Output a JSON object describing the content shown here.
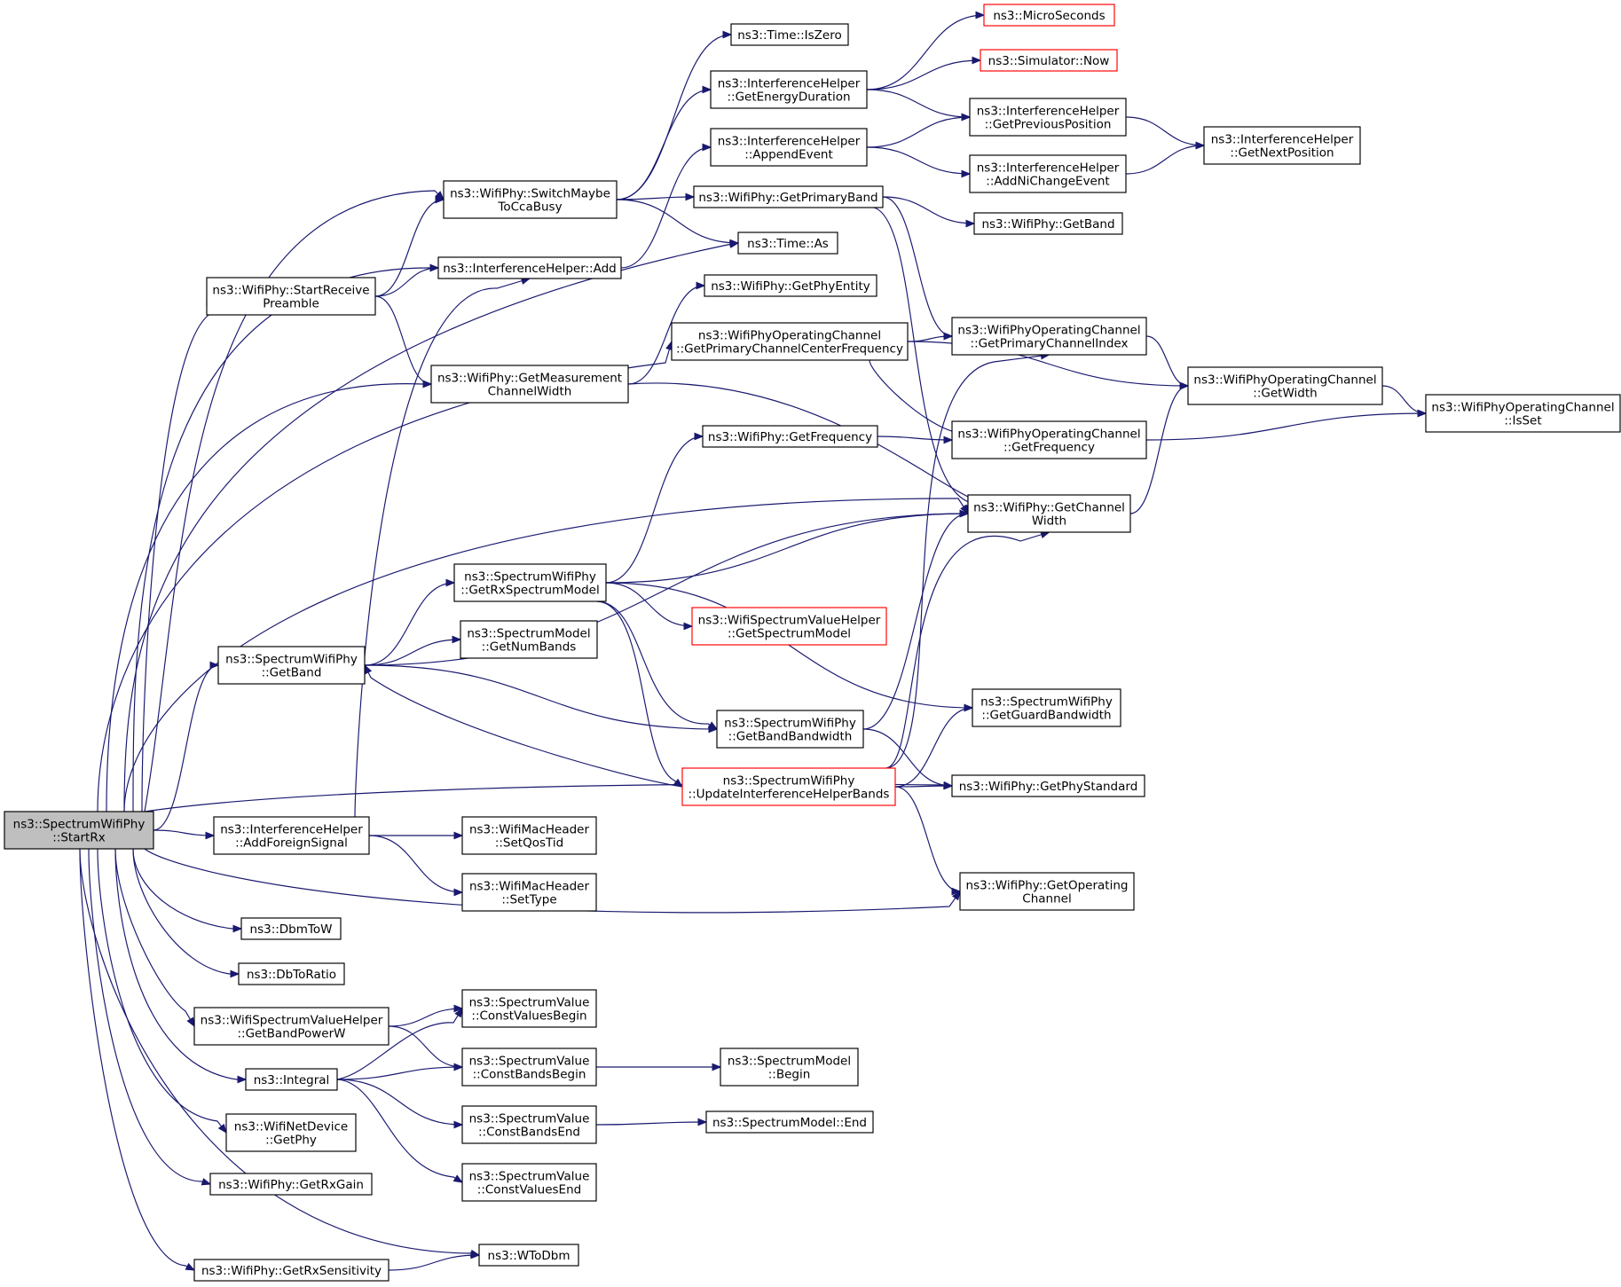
{
  "colors": {
    "edge": "#191970",
    "node_border": "#000000",
    "truncated_border": "#ff0000",
    "root_fill": "#bfbfbf",
    "node_fill": "#ffffff"
  },
  "nodes": [
    {
      "id": "root",
      "lines": [
        "ns3::SpectrumWifiPhy",
        "::StartRx"
      ],
      "root": true
    },
    {
      "id": "switch",
      "lines": [
        "ns3::WifiPhy::SwitchMaybe",
        "ToCcaBusy"
      ]
    },
    {
      "id": "startpre",
      "lines": [
        "ns3::WifiPhy::StartReceive",
        "Preamble"
      ]
    },
    {
      "id": "ihadd",
      "lines": [
        "ns3::InterferenceHelper::Add"
      ]
    },
    {
      "id": "getmeas",
      "lines": [
        "ns3::WifiPhy::GetMeasurement",
        "ChannelWidth"
      ]
    },
    {
      "id": "iszero",
      "lines": [
        "ns3::Time::IsZero"
      ]
    },
    {
      "id": "energy",
      "lines": [
        "ns3::InterferenceHelper",
        "::GetEnergyDuration"
      ]
    },
    {
      "id": "append",
      "lines": [
        "ns3::InterferenceHelper",
        "::AppendEvent"
      ]
    },
    {
      "id": "primband",
      "lines": [
        "ns3::WifiPhy::GetPrimaryBand"
      ]
    },
    {
      "id": "timeas",
      "lines": [
        "ns3::Time::As"
      ]
    },
    {
      "id": "physentity",
      "lines": [
        "ns3::WifiPhy::GetPhyEntity"
      ]
    },
    {
      "id": "primcenter",
      "lines": [
        "ns3::WifiPhyOperatingChannel",
        "::GetPrimaryChannelCenterFrequency"
      ]
    },
    {
      "id": "wpfreq",
      "lines": [
        "ns3::WifiPhy::GetFrequency"
      ]
    },
    {
      "id": "micro",
      "lines": [
        "ns3::MicroSeconds"
      ],
      "truncated": true
    },
    {
      "id": "simnow",
      "lines": [
        "ns3::Simulator::Now"
      ],
      "truncated": true
    },
    {
      "id": "prevpos",
      "lines": [
        "ns3::InterferenceHelper",
        "::GetPreviousPosition"
      ]
    },
    {
      "id": "addni",
      "lines": [
        "ns3::InterferenceHelper",
        "::AddNiChangeEvent"
      ]
    },
    {
      "id": "nextpos",
      "lines": [
        "ns3::InterferenceHelper",
        "::GetNextPosition"
      ]
    },
    {
      "id": "wpgetband",
      "lines": [
        "ns3::WifiPhy::GetBand"
      ]
    },
    {
      "id": "primidx",
      "lines": [
        "ns3::WifiPhyOperatingChannel",
        "::GetPrimaryChannelIndex"
      ]
    },
    {
      "id": "ocwidth",
      "lines": [
        "ns3::WifiPhyOperatingChannel",
        "::GetWidth"
      ]
    },
    {
      "id": "isset",
      "lines": [
        "ns3::WifiPhyOperatingChannel",
        "::IsSet"
      ]
    },
    {
      "id": "ocfreq",
      "lines": [
        "ns3::WifiPhyOperatingChannel",
        "::GetFrequency"
      ]
    },
    {
      "id": "chwidth",
      "lines": [
        "ns3::WifiPhy::GetChannel",
        "Width"
      ]
    },
    {
      "id": "rxspec",
      "lines": [
        "ns3::SpectrumWifiPhy",
        "::GetRxSpectrumModel"
      ]
    },
    {
      "id": "swgetband",
      "lines": [
        "ns3::SpectrumWifiPhy",
        "::GetBand"
      ]
    },
    {
      "id": "numbands",
      "lines": [
        "ns3::SpectrumModel",
        "::GetNumBands"
      ]
    },
    {
      "id": "wsvhspec",
      "lines": [
        "ns3::WifiSpectrumValueHelper",
        "::GetSpectrumModel"
      ],
      "truncated": true
    },
    {
      "id": "guardbw",
      "lines": [
        "ns3::SpectrumWifiPhy",
        "::GetGuardBandwidth"
      ]
    },
    {
      "id": "bandbw",
      "lines": [
        "ns3::SpectrumWifiPhy",
        "::GetBandBandwidth"
      ]
    },
    {
      "id": "updint",
      "lines": [
        "ns3::SpectrumWifiPhy",
        "::UpdateInterferenceHelperBands"
      ],
      "truncated": true
    },
    {
      "id": "phystd",
      "lines": [
        "ns3::WifiPhy::GetPhyStandard"
      ]
    },
    {
      "id": "foreign",
      "lines": [
        "ns3::InterferenceHelper",
        "::AddForeignSignal"
      ]
    },
    {
      "id": "setqos",
      "lines": [
        "ns3::WifiMacHeader",
        "::SetQosTid"
      ]
    },
    {
      "id": "settype",
      "lines": [
        "ns3::WifiMacHeader",
        "::SetType"
      ]
    },
    {
      "id": "opchan",
      "lines": [
        "ns3::WifiPhy::GetOperating",
        "Channel"
      ]
    },
    {
      "id": "dbmtow",
      "lines": [
        "ns3::DbmToW"
      ]
    },
    {
      "id": "dbtoratio",
      "lines": [
        "ns3::DbToRatio"
      ]
    },
    {
      "id": "bandpow",
      "lines": [
        "ns3::WifiSpectrumValueHelper",
        "::GetBandPowerW"
      ]
    },
    {
      "id": "cvbegin",
      "lines": [
        "ns3::SpectrumValue",
        "::ConstValuesBegin"
      ]
    },
    {
      "id": "cbbegin",
      "lines": [
        "ns3::SpectrumValue",
        "::ConstBandsBegin"
      ]
    },
    {
      "id": "smbegin",
      "lines": [
        "ns3::SpectrumModel",
        "::Begin"
      ]
    },
    {
      "id": "integral",
      "lines": [
        "ns3::Integral"
      ]
    },
    {
      "id": "cbend",
      "lines": [
        "ns3::SpectrumValue",
        "::ConstBandsEnd"
      ]
    },
    {
      "id": "smend",
      "lines": [
        "ns3::SpectrumModel::End"
      ]
    },
    {
      "id": "netdev",
      "lines": [
        "ns3::WifiNetDevice",
        "::GetPhy"
      ]
    },
    {
      "id": "cvend",
      "lines": [
        "ns3::SpectrumValue",
        "::ConstValuesEnd"
      ]
    },
    {
      "id": "rxgain",
      "lines": [
        "ns3::WifiPhy::GetRxGain"
      ]
    },
    {
      "id": "wtodbm",
      "lines": [
        "ns3::WToDbm"
      ]
    },
    {
      "id": "rxsens",
      "lines": [
        "ns3::WifiPhy::GetRxSensitivity"
      ]
    }
  ],
  "edges": [
    {
      "from": "root",
      "to": "switch"
    },
    {
      "from": "root",
      "to": "ihadd"
    },
    {
      "from": "root",
      "to": "startpre"
    },
    {
      "from": "root",
      "to": "timeas"
    },
    {
      "from": "root",
      "to": "getmeas"
    },
    {
      "from": "root",
      "to": "primcenter"
    },
    {
      "from": "root",
      "to": "chwidth"
    },
    {
      "from": "root",
      "to": "swgetband"
    },
    {
      "from": "root",
      "to": "phystd"
    },
    {
      "from": "root",
      "to": "foreign"
    },
    {
      "from": "root",
      "to": "opchan"
    },
    {
      "from": "root",
      "to": "dbmtow"
    },
    {
      "from": "root",
      "to": "dbtoratio"
    },
    {
      "from": "root",
      "to": "bandpow"
    },
    {
      "from": "root",
      "to": "integral"
    },
    {
      "from": "root",
      "to": "netdev"
    },
    {
      "from": "root",
      "to": "rxgain"
    },
    {
      "from": "root",
      "to": "wtodbm"
    },
    {
      "from": "root",
      "to": "rxsens"
    },
    {
      "from": "startpre",
      "to": "switch"
    },
    {
      "from": "startpre",
      "to": "ihadd"
    },
    {
      "from": "startpre",
      "to": "getmeas"
    },
    {
      "from": "switch",
      "to": "iszero"
    },
    {
      "from": "switch",
      "to": "energy"
    },
    {
      "from": "switch",
      "to": "primband"
    },
    {
      "from": "switch",
      "to": "timeas"
    },
    {
      "from": "ihadd",
      "to": "append"
    },
    {
      "from": "getmeas",
      "to": "physentity"
    },
    {
      "from": "getmeas",
      "to": "chwidth"
    },
    {
      "from": "energy",
      "to": "micro"
    },
    {
      "from": "energy",
      "to": "simnow"
    },
    {
      "from": "energy",
      "to": "prevpos"
    },
    {
      "from": "append",
      "to": "prevpos"
    },
    {
      "from": "append",
      "to": "addni"
    },
    {
      "from": "prevpos",
      "to": "nextpos"
    },
    {
      "from": "addni",
      "to": "nextpos"
    },
    {
      "from": "primband",
      "to": "wpgetband"
    },
    {
      "from": "primband",
      "to": "primidx"
    },
    {
      "from": "primband",
      "to": "chwidth"
    },
    {
      "from": "primcenter",
      "to": "primidx"
    },
    {
      "from": "primcenter",
      "to": "ocwidth"
    },
    {
      "from": "primcenter",
      "to": "ocfreq"
    },
    {
      "from": "primidx",
      "to": "ocwidth"
    },
    {
      "from": "ocwidth",
      "to": "isset"
    },
    {
      "from": "ocfreq",
      "to": "isset"
    },
    {
      "from": "wpfreq",
      "to": "ocfreq"
    },
    {
      "from": "chwidth",
      "to": "ocwidth"
    },
    {
      "from": "rxspec",
      "to": "wpfreq"
    },
    {
      "from": "rxspec",
      "to": "chwidth"
    },
    {
      "from": "rxspec",
      "to": "wsvhspec"
    },
    {
      "from": "rxspec",
      "to": "guardbw"
    },
    {
      "from": "rxspec",
      "to": "bandbw"
    },
    {
      "from": "rxspec",
      "to": "updint"
    },
    {
      "from": "swgetband",
      "to": "chwidth"
    },
    {
      "from": "swgetband",
      "to": "rxspec"
    },
    {
      "from": "swgetband",
      "to": "numbands"
    },
    {
      "from": "swgetband",
      "to": "bandbw"
    },
    {
      "from": "bandbw",
      "to": "chwidth"
    },
    {
      "from": "bandbw",
      "to": "phystd"
    },
    {
      "from": "updint",
      "to": "swgetband"
    },
    {
      "from": "updint",
      "to": "guardbw"
    },
    {
      "from": "updint",
      "to": "phystd"
    },
    {
      "from": "updint",
      "to": "chwidth"
    },
    {
      "from": "updint",
      "to": "primidx"
    },
    {
      "from": "updint",
      "to": "opchan"
    },
    {
      "from": "foreign",
      "to": "ihadd"
    },
    {
      "from": "foreign",
      "to": "setqos"
    },
    {
      "from": "foreign",
      "to": "settype"
    },
    {
      "from": "bandpow",
      "to": "cvbegin"
    },
    {
      "from": "bandpow",
      "to": "cbbegin"
    },
    {
      "from": "integral",
      "to": "cvbegin"
    },
    {
      "from": "integral",
      "to": "cbbegin"
    },
    {
      "from": "integral",
      "to": "cbend"
    },
    {
      "from": "integral",
      "to": "cvend"
    },
    {
      "from": "cbbegin",
      "to": "smbegin"
    },
    {
      "from": "cbend",
      "to": "smend"
    },
    {
      "from": "rxsens",
      "to": "wtodbm"
    }
  ]
}
